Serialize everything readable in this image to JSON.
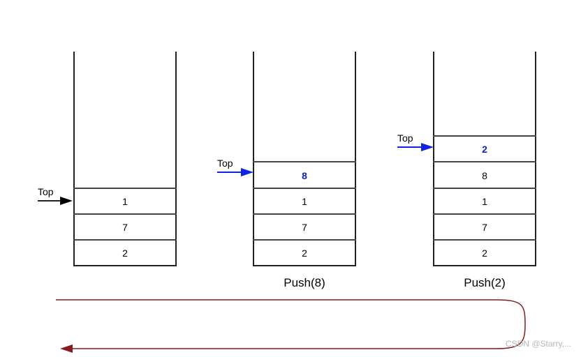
{
  "pointer_label": "Top",
  "stacks": [
    {
      "caption": "",
      "cells": [
        "1",
        "7",
        "2"
      ],
      "new_value": "",
      "arrow_color": "#222222"
    },
    {
      "caption": "Push(8)",
      "cells": [
        "8",
        "1",
        "7",
        "2"
      ],
      "new_value": "8",
      "arrow_color": "#0a23e6"
    },
    {
      "caption": "Push(2)",
      "cells": [
        "2",
        "8",
        "1",
        "7",
        "2"
      ],
      "new_value": "2",
      "arrow_color": "#0a23e6"
    }
  ],
  "loop_arrow_color": "#8b1a1a",
  "watermark": "CSDN @Starry,..."
}
